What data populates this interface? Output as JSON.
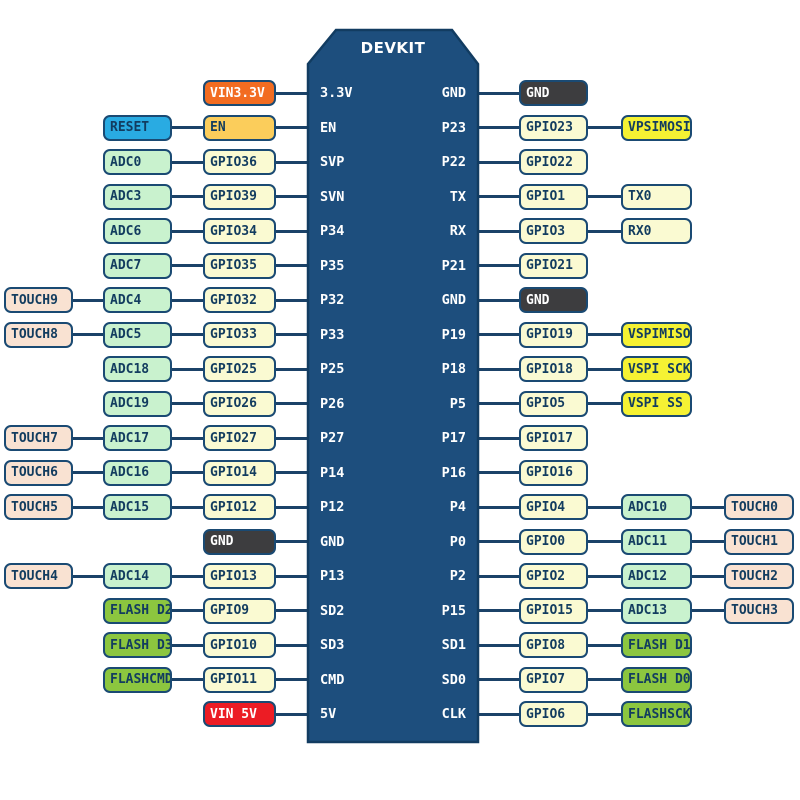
{
  "chip": {
    "title": "DEVKIT"
  },
  "colors": {
    "chip_fill": "#1d4e7d",
    "chip_border": "#123c61",
    "line": "#1b4268",
    "box_border": "#1a4a73",
    "types": {
      "orange": {
        "bg": "#f26c21",
        "fg": "#ffffff"
      },
      "blue": {
        "bg": "#29abe2",
        "fg": "#123c5f"
      },
      "amber": {
        "bg": "#fbcd5b",
        "fg": "#123c5f"
      },
      "cream": {
        "bg": "#fafad2",
        "fg": "#123c5f"
      },
      "mint": {
        "bg": "#c9f2ce",
        "fg": "#123c5f"
      },
      "peach": {
        "bg": "#f9e2d2",
        "fg": "#123c5f"
      },
      "dark": {
        "bg": "#3d3d3f",
        "fg": "#ffffff"
      },
      "red": {
        "bg": "#ec1c24",
        "fg": "#ffffff"
      },
      "yellow": {
        "bg": "#f5f233",
        "fg": "#123c5f"
      },
      "green": {
        "bg": "#8cc63f",
        "fg": "#123c5f"
      }
    }
  },
  "rows": [
    {
      "left_pin": "3.3V",
      "right_pin": "GND",
      "left": [
        {
          "text": "VIN3.3V",
          "type": "orange",
          "col": 1
        }
      ],
      "right": [
        {
          "text": "GND",
          "type": "dark",
          "col": 1
        }
      ]
    },
    {
      "left_pin": "EN",
      "right_pin": "P23",
      "left": [
        {
          "text": "RESET",
          "type": "blue",
          "col": 2
        },
        {
          "text": "EN",
          "type": "amber",
          "col": 1
        }
      ],
      "right": [
        {
          "text": "GPIO23",
          "type": "cream",
          "col": 1
        },
        {
          "text": "VPSIMOSI",
          "type": "yellow",
          "col": 2
        }
      ]
    },
    {
      "left_pin": "SVP",
      "right_pin": "P22",
      "left": [
        {
          "text": "ADC0",
          "type": "mint",
          "col": 2
        },
        {
          "text": "GPIO36",
          "type": "cream",
          "col": 1
        }
      ],
      "right": [
        {
          "text": "GPIO22",
          "type": "cream",
          "col": 1
        }
      ]
    },
    {
      "left_pin": "SVN",
      "right_pin": "TX",
      "left": [
        {
          "text": "ADC3",
          "type": "mint",
          "col": 2
        },
        {
          "text": "GPIO39",
          "type": "cream",
          "col": 1
        }
      ],
      "right": [
        {
          "text": "GPIO1",
          "type": "cream",
          "col": 1
        },
        {
          "text": "TX0",
          "type": "cream",
          "col": 2
        }
      ]
    },
    {
      "left_pin": "P34",
      "right_pin": "RX",
      "left": [
        {
          "text": "ADC6",
          "type": "mint",
          "col": 2
        },
        {
          "text": "GPIO34",
          "type": "cream",
          "col": 1
        }
      ],
      "right": [
        {
          "text": "GPIO3",
          "type": "cream",
          "col": 1
        },
        {
          "text": "RX0",
          "type": "cream",
          "col": 2
        }
      ]
    },
    {
      "left_pin": "P35",
      "right_pin": "P21",
      "left": [
        {
          "text": "ADC7",
          "type": "mint",
          "col": 2
        },
        {
          "text": "GPIO35",
          "type": "cream",
          "col": 1
        }
      ],
      "right": [
        {
          "text": "GPIO21",
          "type": "cream",
          "col": 1
        }
      ]
    },
    {
      "left_pin": "P32",
      "right_pin": "GND",
      "left": [
        {
          "text": "TOUCH9",
          "type": "peach",
          "col": 3
        },
        {
          "text": "ADC4",
          "type": "mint",
          "col": 2
        },
        {
          "text": "GPIO32",
          "type": "cream",
          "col": 1
        }
      ],
      "right": [
        {
          "text": "GND",
          "type": "dark",
          "col": 1
        }
      ]
    },
    {
      "left_pin": "P33",
      "right_pin": "P19",
      "left": [
        {
          "text": "TOUCH8",
          "type": "peach",
          "col": 3
        },
        {
          "text": "ADC5",
          "type": "mint",
          "col": 2
        },
        {
          "text": "GPIO33",
          "type": "cream",
          "col": 1
        }
      ],
      "right": [
        {
          "text": "GPIO19",
          "type": "cream",
          "col": 1
        },
        {
          "text": "VSPIMISO",
          "type": "yellow",
          "col": 2
        }
      ]
    },
    {
      "left_pin": "P25",
      "right_pin": "P18",
      "left": [
        {
          "text": "ADC18",
          "type": "mint",
          "col": 2
        },
        {
          "text": "GPIO25",
          "type": "cream",
          "col": 1
        }
      ],
      "right": [
        {
          "text": "GPIO18",
          "type": "cream",
          "col": 1
        },
        {
          "text": "VSPI SCK",
          "type": "yellow",
          "col": 2
        }
      ]
    },
    {
      "left_pin": "P26",
      "right_pin": "P5",
      "left": [
        {
          "text": "ADC19",
          "type": "mint",
          "col": 2
        },
        {
          "text": "GPIO26",
          "type": "cream",
          "col": 1
        }
      ],
      "right": [
        {
          "text": "GPIO5",
          "type": "cream",
          "col": 1
        },
        {
          "text": "VSPI SS",
          "type": "yellow",
          "col": 2
        }
      ]
    },
    {
      "left_pin": "P27",
      "right_pin": "P17",
      "left": [
        {
          "text": "TOUCH7",
          "type": "peach",
          "col": 3
        },
        {
          "text": "ADC17",
          "type": "mint",
          "col": 2
        },
        {
          "text": "GPIO27",
          "type": "cream",
          "col": 1
        }
      ],
      "right": [
        {
          "text": "GPIO17",
          "type": "cream",
          "col": 1
        }
      ]
    },
    {
      "left_pin": "P14",
      "right_pin": "P16",
      "left": [
        {
          "text": "TOUCH6",
          "type": "peach",
          "col": 3
        },
        {
          "text": "ADC16",
          "type": "mint",
          "col": 2
        },
        {
          "text": "GPIO14",
          "type": "cream",
          "col": 1
        }
      ],
      "right": [
        {
          "text": "GPIO16",
          "type": "cream",
          "col": 1
        }
      ]
    },
    {
      "left_pin": "P12",
      "right_pin": "P4",
      "left": [
        {
          "text": "TOUCH5",
          "type": "peach",
          "col": 3
        },
        {
          "text": "ADC15",
          "type": "mint",
          "col": 2
        },
        {
          "text": "GPIO12",
          "type": "cream",
          "col": 1
        }
      ],
      "right": [
        {
          "text": "GPIO4",
          "type": "cream",
          "col": 1
        },
        {
          "text": "ADC10",
          "type": "mint",
          "col": 2
        },
        {
          "text": "TOUCH0",
          "type": "peach",
          "col": 3
        }
      ]
    },
    {
      "left_pin": "GND",
      "right_pin": "P0",
      "left": [
        {
          "text": "GND",
          "type": "dark",
          "col": 1
        }
      ],
      "right": [
        {
          "text": "GPIO0",
          "type": "cream",
          "col": 1
        },
        {
          "text": "ADC11",
          "type": "mint",
          "col": 2
        },
        {
          "text": "TOUCH1",
          "type": "peach",
          "col": 3
        }
      ]
    },
    {
      "left_pin": "P13",
      "right_pin": "P2",
      "left": [
        {
          "text": "TOUCH4",
          "type": "peach",
          "col": 3
        },
        {
          "text": "ADC14",
          "type": "mint",
          "col": 2
        },
        {
          "text": "GPIO13",
          "type": "cream",
          "col": 1
        }
      ],
      "right": [
        {
          "text": "GPIO2",
          "type": "cream",
          "col": 1
        },
        {
          "text": "ADC12",
          "type": "mint",
          "col": 2
        },
        {
          "text": "TOUCH2",
          "type": "peach",
          "col": 3
        }
      ]
    },
    {
      "left_pin": "SD2",
      "right_pin": "P15",
      "left": [
        {
          "text": "FLASH D2",
          "type": "green",
          "col": 2
        },
        {
          "text": "GPIO9",
          "type": "cream",
          "col": 1
        }
      ],
      "right": [
        {
          "text": "GPIO15",
          "type": "cream",
          "col": 1
        },
        {
          "text": "ADC13",
          "type": "mint",
          "col": 2
        },
        {
          "text": "TOUCH3",
          "type": "peach",
          "col": 3
        }
      ]
    },
    {
      "left_pin": "SD3",
      "right_pin": "SD1",
      "left": [
        {
          "text": "FLASH D3",
          "type": "green",
          "col": 2
        },
        {
          "text": "GPIO10",
          "type": "cream",
          "col": 1
        }
      ],
      "right": [
        {
          "text": "GPIO8",
          "type": "cream",
          "col": 1
        },
        {
          "text": "FLASH D1",
          "type": "green",
          "col": 2
        }
      ]
    },
    {
      "left_pin": "CMD",
      "right_pin": "SD0",
      "left": [
        {
          "text": "FLASHCMD",
          "type": "green",
          "col": 2
        },
        {
          "text": "GPIO11",
          "type": "cream",
          "col": 1
        }
      ],
      "right": [
        {
          "text": "GPIO7",
          "type": "cream",
          "col": 1
        },
        {
          "text": "FLASH D0",
          "type": "green",
          "col": 2
        }
      ]
    },
    {
      "left_pin": "5V",
      "right_pin": "CLK",
      "left": [
        {
          "text": "VIN 5V",
          "type": "red",
          "col": 1
        }
      ],
      "right": [
        {
          "text": "GPIO6",
          "type": "cream",
          "col": 1
        },
        {
          "text": "FLASHSCK",
          "type": "green",
          "col": 2
        }
      ]
    }
  ]
}
